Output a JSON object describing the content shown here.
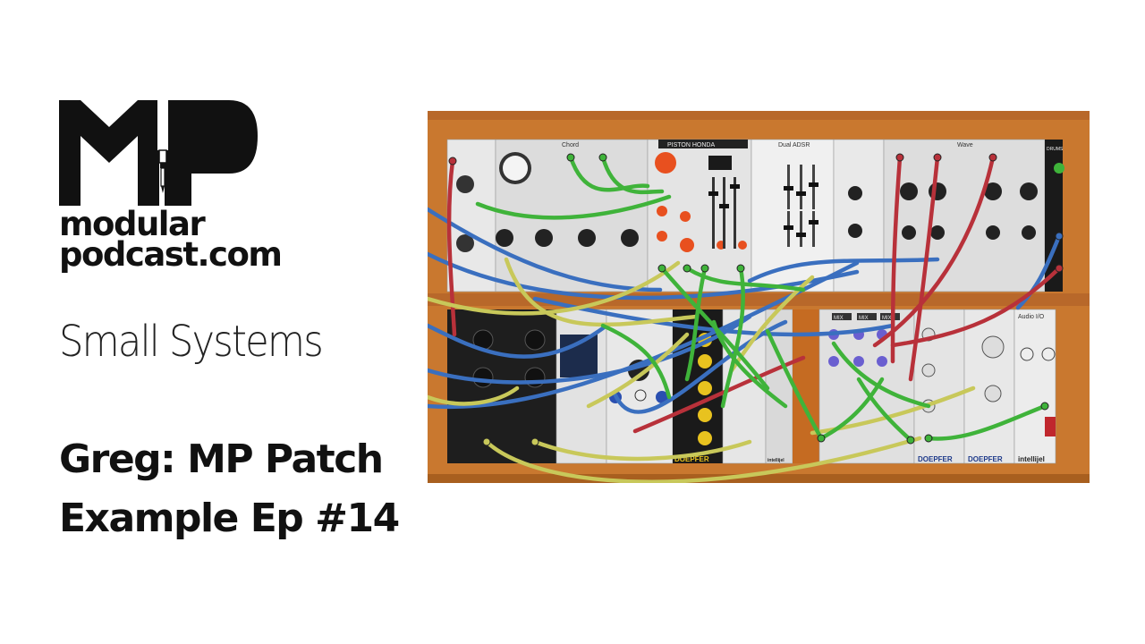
{
  "brand": {
    "line1": "modular",
    "line2": "podcast.com"
  },
  "subtitle": "Small Systems",
  "episode": {
    "line1": "Greg: MP Patch",
    "line2": "Example Ep #14"
  },
  "rack": {
    "top_row": [
      {
        "label": "Chord"
      },
      {
        "label": "PISTON HONDA"
      },
      {
        "label": "Dual ADSR"
      },
      {
        "label": "Wave"
      },
      {
        "label": "DRUMS"
      }
    ],
    "bottom_row": [
      {
        "label": "MIX"
      },
      {
        "label": "MIX"
      },
      {
        "label": "MIX"
      },
      {
        "label": "Audio I/O"
      }
    ],
    "maker_labels": [
      "DOEPFER",
      "DOEPFER",
      "DOEPFER",
      "intellijel",
      "intellijel"
    ]
  },
  "colors": {
    "wood": "#c9782f",
    "wood_dark": "#a85f1f",
    "cable_green": "#3fb33a",
    "cable_blue": "#3a6fbf",
    "cable_red": "#b8313a",
    "cable_yellow": "#c8c85a"
  }
}
